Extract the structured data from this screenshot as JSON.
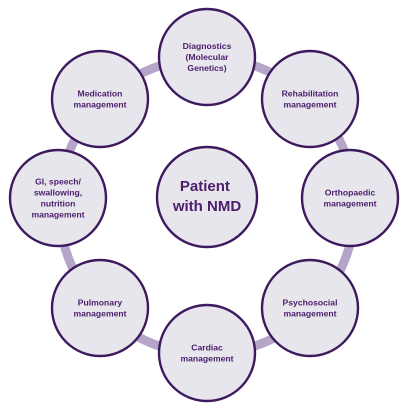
{
  "diagram": {
    "center": {
      "lines": [
        "Patient",
        "with NMD"
      ]
    },
    "nodes": [
      {
        "id": "diagnostics",
        "lines": [
          "Diagnostics",
          "(Molecular",
          "Genetics)"
        ]
      },
      {
        "id": "rehabilitation",
        "lines": [
          "Rehabilitation",
          "management"
        ]
      },
      {
        "id": "orthopaedic",
        "lines": [
          "Orthopaedic",
          "management"
        ]
      },
      {
        "id": "psychosocial",
        "lines": [
          "Psychosocial",
          "management"
        ]
      },
      {
        "id": "cardiac",
        "lines": [
          "Cardiac",
          "management"
        ]
      },
      {
        "id": "pulmonary",
        "lines": [
          "Pulmonary",
          "management"
        ]
      },
      {
        "id": "gi-speech",
        "lines": [
          "GI, speech/",
          "swallowing,",
          "nutrition",
          "management"
        ]
      },
      {
        "id": "medication",
        "lines": [
          "Medication",
          "management"
        ]
      }
    ],
    "colors": {
      "circle_fill": "#e6e6ec",
      "circle_stroke": "#3d1a5e",
      "ring": "#b5a6c9",
      "text": "#4b1d6b"
    }
  }
}
